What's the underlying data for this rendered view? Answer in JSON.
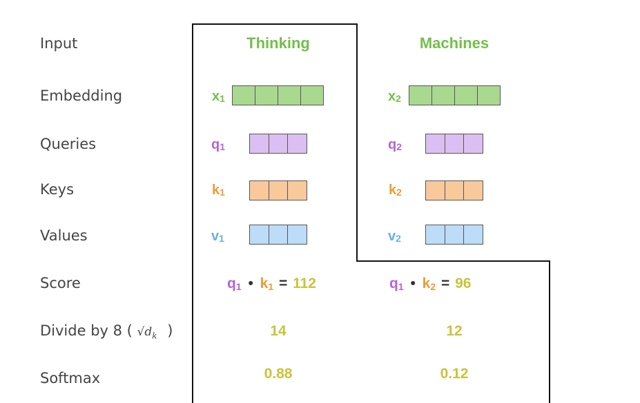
{
  "rows": {
    "input": "Input",
    "embedding": "Embedding",
    "queries": "Queries",
    "keys": "Keys",
    "values": "Values",
    "score": "Score",
    "divide_prefix": "Divide by 8 (",
    "divide_math": "√d",
    "divide_math_sub": "k",
    "divide_suffix": ")",
    "softmax": "Softmax"
  },
  "words": [
    "Thinking",
    "Machines"
  ],
  "vectors": {
    "x": [
      "x",
      "1",
      "x",
      "2"
    ],
    "q": [
      "q",
      "1",
      "q",
      "2"
    ],
    "k": [
      "k",
      "1",
      "k",
      "2"
    ],
    "v": [
      "v",
      "1",
      "v",
      "2"
    ]
  },
  "score": {
    "t1": {
      "q": "q",
      "qs": "1",
      "dot": "•",
      "k": "k",
      "ks": "1",
      "eq": "=",
      "val": "112"
    },
    "t2": {
      "q": "q",
      "qs": "1",
      "dot": "•",
      "k": "k",
      "ks": "2",
      "eq": "=",
      "val": "96"
    }
  },
  "divided": [
    "14",
    "12"
  ],
  "softmax": [
    "0.88",
    "0.12"
  ],
  "colors": {
    "embedding": "#a9d98f",
    "query": "#dcbff2",
    "key": "#f7c99b",
    "value": "#bcdcf8",
    "word": "#74be4a",
    "result": "#c9c33a"
  }
}
